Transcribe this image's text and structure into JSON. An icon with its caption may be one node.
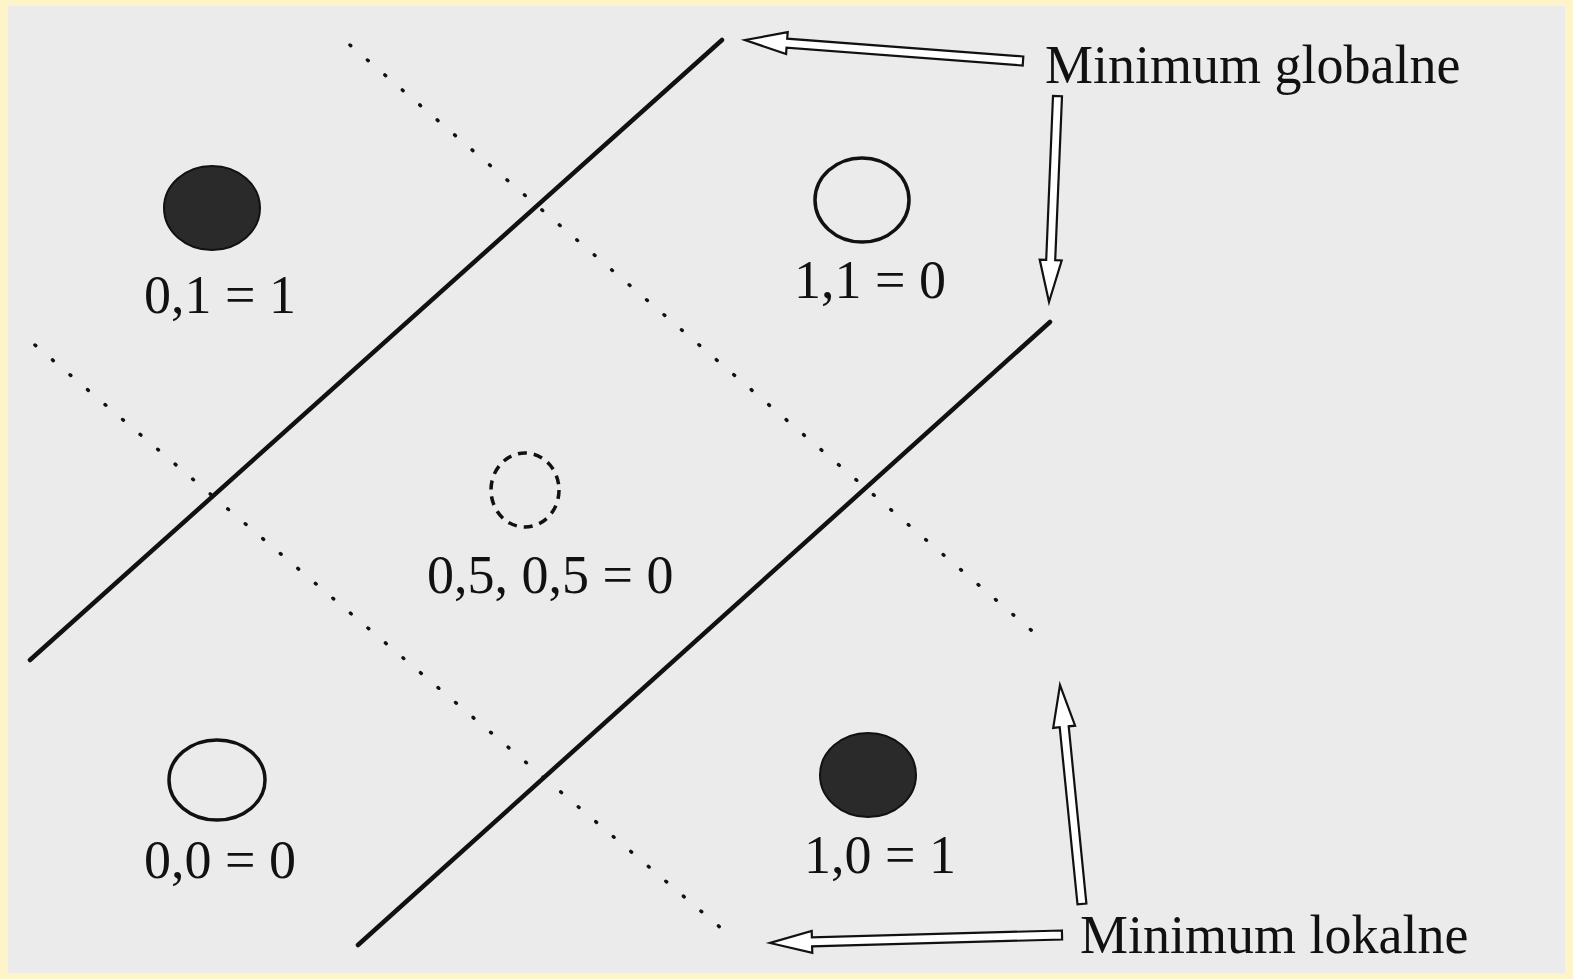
{
  "diagram": {
    "nodes": [
      {
        "text": [
          "0,1 = 1"
        ]
      },
      {
        "text": [
          "1,1 = 0"
        ]
      },
      {
        "text": [
          "0,5, 0,5 = 0"
        ]
      },
      {
        "text": [
          "0,0 = 0"
        ]
      },
      {
        "text": [
          "1,0 = 1"
        ]
      },
      {
        "text": [
          "Minimum globalne"
        ]
      },
      {
        "text": [
          "Minimum lokalne"
        ]
      }
    ],
    "edges": [
      {
        "from": 5,
        "to": null,
        "arrow": "to"
      },
      {
        "from": 5,
        "to": null,
        "arrow": "to"
      },
      {
        "from": 6,
        "to": null,
        "arrow": "to"
      },
      {
        "from": 6,
        "to": null,
        "arrow": "to"
      }
    ]
  }
}
